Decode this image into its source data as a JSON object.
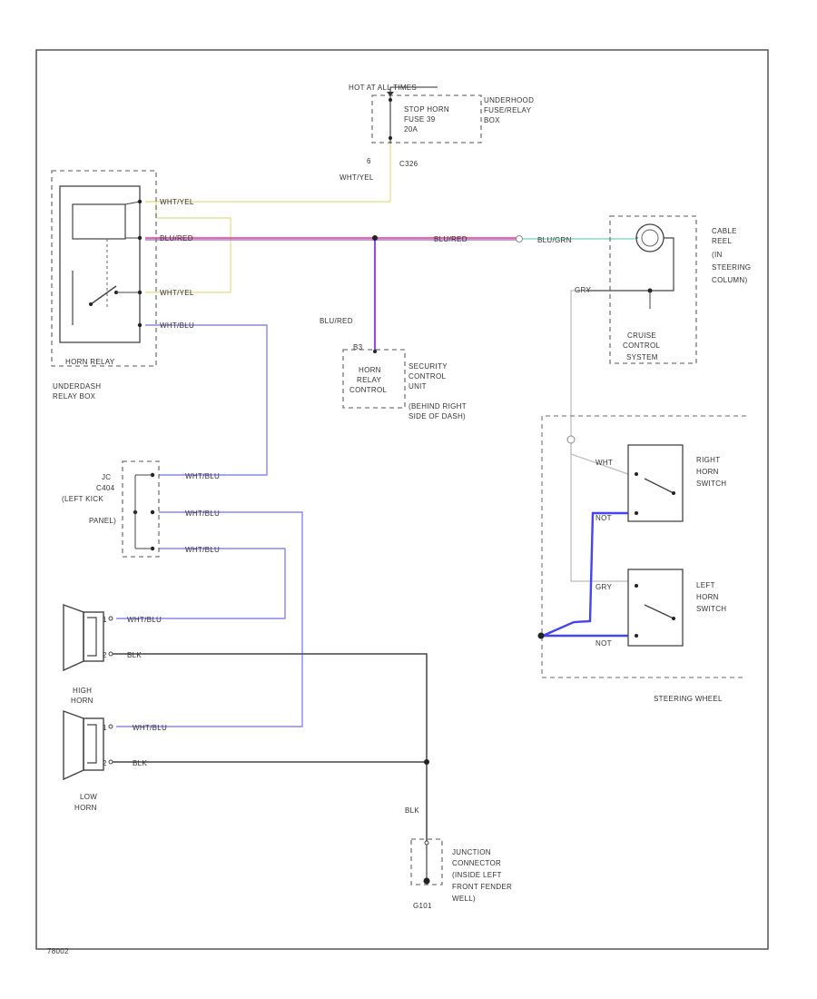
{
  "fuse_box": {
    "hot": "HOT AT ALL TIMES",
    "fuse_l1": "STOP HORN",
    "fuse_l2": "FUSE 39",
    "fuse_l3": "20A",
    "name_l1": "UNDERHOOD",
    "name_l2": "FUSE/RELAY",
    "name_l3": "BOX",
    "connector": "C326",
    "pin": "6",
    "wire": "WHT/YEL"
  },
  "horn_relay": {
    "label": "HORN RELAY",
    "box_l1": "UNDERDASH",
    "box_l2": "RELAY BOX",
    "w1": "WHT/YEL",
    "w2": "BLU/RED",
    "w3": "WHT/YEL",
    "w4": "WHT/BLU"
  },
  "bus": {
    "w_mid": "BLU/RED",
    "w_right": "BLU/GRN"
  },
  "security": {
    "wire": "BLU/RED",
    "pin": "B3",
    "box_l1": "HORN",
    "box_l2": "RELAY",
    "box_l3": "CONTROL",
    "name_l1": "SECURITY",
    "name_l2": "CONTROL",
    "name_l3": "UNIT",
    "name_l4": "(BEHIND RIGHT",
    "name_l5": "SIDE OF DASH)"
  },
  "cable_reel": {
    "l1": "CABLE",
    "l2": "REEL",
    "l3": "(IN",
    "l4": "STEERING",
    "l5": "COLUMN)",
    "wire": "GRY"
  },
  "cruise": {
    "l1": "CRUISE",
    "l2": "CONTROL",
    "l3": "SYSTEM"
  },
  "jc": {
    "l1": "JC",
    "l2": "C404",
    "l3": "(LEFT KICK",
    "l4": "PANEL)",
    "w1": "WHT/BLU",
    "w2": "WHT/BLU",
    "w3": "WHT/BLU"
  },
  "high_horn": {
    "label": "HIGH",
    "label2": "HORN",
    "w1": "WHT/BLU",
    "w2": "BLK",
    "pin1": "1",
    "pin2": "2"
  },
  "low_horn": {
    "label": "LOW",
    "label2": "HORN",
    "w1": "WHT/BLU",
    "w2": "BLK",
    "pin1": "1",
    "pin2": "2"
  },
  "ground": {
    "wire": "BLK",
    "l1": "JUNCTION",
    "l2": "CONNECTOR",
    "l3": "(INSIDE LEFT",
    "l4": "FRONT FENDER",
    "l5": "WELL)",
    "ref": "G101"
  },
  "steering": {
    "label": "STEERING WHEEL",
    "right_l1": "RIGHT",
    "right_l2": "HORN",
    "right_l3": "SWITCH",
    "left_l1": "LEFT",
    "left_l2": "HORN",
    "left_l3": "SWITCH",
    "rw1": "WHT",
    "rw2": "NOT",
    "lw1": "GRY",
    "lw2": "NOT"
  },
  "footer": "78002",
  "colors": {
    "yellow": "#e8e89a",
    "red": "#e23a5a",
    "purple": "#9c5ae0",
    "blue": "#6a66f2",
    "blue_dark": "#3f3ff2",
    "cyan": "#8fd8d0",
    "gray": "#b8b8b8",
    "black": "#444444"
  }
}
